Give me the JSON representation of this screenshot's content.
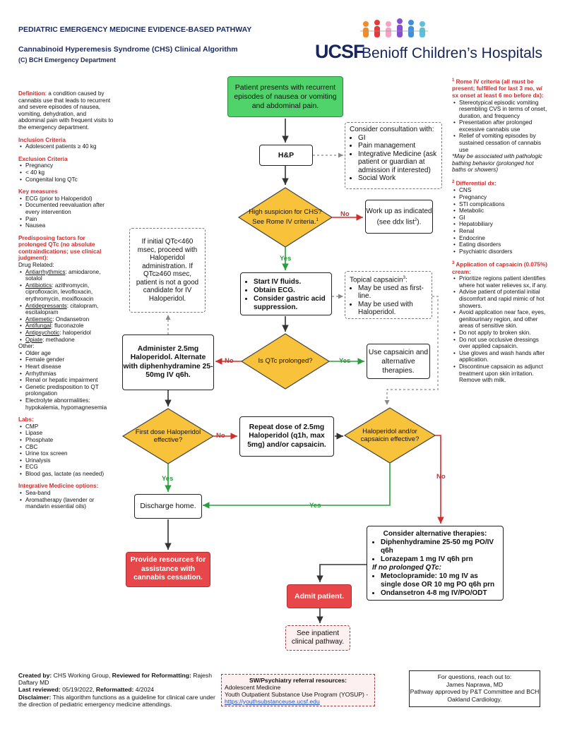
{
  "header": {
    "pathway": "PEDIATRIC EMERGENCY MEDICINE EVIDENCE-BASED PATHWAY",
    "title": "Cannabinoid Hyperemesis Syndrome (CHS) Clinical Algorithm",
    "subtitle": "(C) BCH Emergency Department",
    "logo_ucsf": "UCSF",
    "logo_text": "Benioff Children’s Hospitals"
  },
  "left": {
    "definition_label": "Definition",
    "definition_text": ": a condition caused by cannabis use that leads to recurrent and severe episodes of nausea, vomiting, dehydration, and abdominal pain with frequent visits to the emergency department.",
    "inclusion_title": "Inclusion Criteria",
    "inclusion_items": [
      "Adolescent patients ≥ 40 kg"
    ],
    "exclusion_title": "Exclusion Criteria",
    "exclusion_items": [
      "Pregnancy",
      "< 40 kg",
      "Congenital long QTc"
    ],
    "key_title": "Key measures",
    "key_items": [
      "ECG (prior to Haloperidol)",
      "Documented reevaluation after every intervention",
      "Pain",
      "Nausea"
    ],
    "predisposing_title": "Predisposing factors for prolonged QTc (no absolute contraindications; use clinical judgment):",
    "drug_related": "Drug Related:",
    "drug_items": [
      {
        "k": "Antiarrhythmics",
        "v": ": amiodarone, sotalol"
      },
      {
        "k": "Antibiotics",
        "v": ": azithromycin, ciprofloxacin, levofloxacin, erythromycin, moxifloxacin"
      },
      {
        "k": "Antidepressants",
        "v": ": citalopram, escitalopram"
      },
      {
        "k": "Antiemetic",
        "v": ": Ondansetron"
      },
      {
        "k": "Antifungal",
        "v": ": fluconazole"
      },
      {
        "k": "Antipsychotic",
        "v": ": haloperidol"
      },
      {
        "k": "Opiate",
        "v": ": methadone"
      }
    ],
    "other_label": "Other:",
    "other_items": [
      "Older age",
      "Female gender",
      "Heart disease",
      "Arrhythmias",
      "Renal or hepatic impairment",
      "Genetic predisposition to QT prolongation",
      "Electrolyte abnormalities: hypokalemia, hypomagnesemia"
    ],
    "labs_title": "Labs:",
    "labs_items": [
      "CMP",
      "Lipase",
      "Phosphate",
      "CBC",
      "Urine tox screen",
      "Urinalysis",
      "ECG",
      "Blood gas, lactate (as needed)"
    ],
    "integrative_title": "Integrative Medicine options:",
    "integrative_items": [
      "Sea-band",
      "Aromatherapy (lavender or mandarin essential oils)"
    ]
  },
  "right": {
    "rome_sup": "1",
    "rome_title": "Rome IV criteria (all must be present; fulfilled for last 3 mo, w/ sx onset at least 6 mo before dx):",
    "rome_items": [
      "Stereotypical episodic vomiting resembling CVS in terms of onset, duration, and frequency",
      "Presentation after prolonged excessive cannabis use",
      "Relief of vomiting episodes by sustained cessation of cannabis use"
    ],
    "rome_note": "*May be associated with pathologic bathing behavior (prolonged hot baths or showers)",
    "ddx_sup": "2",
    "ddx_title": "Differential dx:",
    "ddx_items": [
      "CNS",
      "Pregnancy",
      "STI complications",
      "Metabolic",
      "GI",
      "Hepatobiliary",
      "Renal",
      "Endocrine",
      "Eating disorders",
      "Psychiatric disorders"
    ],
    "caps_sup": "3",
    "caps_title": "Application of capsaicin (0.075%) cream:",
    "caps_items": [
      "Prioritize regions patient identifies where hot water relieves sx, if any.",
      "Advise patient of potential initial discomfort and rapid mimic of hot showers.",
      "Avoid application near face, eyes, genitourinary region, and other areas of sensitive skin.",
      "Do not apply to broken skin.",
      "Do not use occlusive dressings over applied capsaicin.",
      "Use gloves and wash hands after application.",
      "Discontinue capsaicin as adjunct treatment upon skin irritation. Remove with milk."
    ]
  },
  "flow": {
    "start": "Patient presents with recurrent episodes of nausea or vomiting and abdominal pain.",
    "hp": "H&P",
    "consult_title": "Consider consultation with:",
    "consult_items": [
      "GI",
      "Pain management",
      "Integrative Medicine (ask patient or guardian at admission if interested)",
      "Social Work"
    ],
    "d1": "High suspicion for CHS? See Rome IV criteria.",
    "d1_sup": "1",
    "workup": "Work up as indicated (see ddx list",
    "workup_sup": "2",
    "workup_end": ").",
    "qtc_note": "If initial QTc<460 msec, proceed with Haloperidol administration. If QTc≥460 msec, patient is not a good candidate for IV Haloperidol.",
    "start_iv": [
      "Start IV fluids.",
      "Obtain ECG.",
      "Consider gastric acid suppression."
    ],
    "topical_title": "Topical capsaicin",
    "topical_sup": "3",
    "topical_items": [
      "May be used as first-line.",
      "May be used with Haloperidol."
    ],
    "administer": "Administer 2.5mg Haloperidol. Alternate with diphenhydramine 25-50mg IV q6h.",
    "d2": "Is QTc prolonged?",
    "use_caps": "Use capsaicin and alternative therapies.",
    "d3": "First dose Haloperidol effective?",
    "repeat": "Repeat dose of 2.5mg Haloperidol (q1h, max 5mg) and/or capsaicin.",
    "d4": "Haloperidol and/or capsaicin effective?",
    "discharge": "Discharge home.",
    "alt_title": "Consider alternative therapies:",
    "alt_items": [
      "Diphenhydramine 25-50 mg PO/IV q6h",
      "Lorazepam 1 mg IV q6h prn"
    ],
    "alt_if": "If no prolonged QTc:",
    "alt_items2": [
      "Metoclopramide: 10 mg IV as single dose OR 10 mg PO q6h prn",
      "Ondansetron 4-8 mg IV/PO/ODT"
    ],
    "resources": "Provide resources for assistance with cannabis cessation.",
    "admit": "Admit patient.",
    "inpatient": "See inpatient clinical pathway.",
    "yes": "Yes",
    "no": "No"
  },
  "footer": {
    "created_label": "Created by:",
    "created_text": " CHS Working Group, ",
    "reviewed_label": "Reviewed for Reformatting:",
    "reviewed_text": " Rajesh Daftary MD",
    "last_label": "Last reviewed:",
    "last_text": " 05/19/2022, ",
    "reform_label": "Reformatted:",
    "reform_text": " 4/2024",
    "disc_label": "Disclaimer:",
    "disc_text": " This algorithm functions as a guideline for clinical care under the direction of pediatric emergency medicine attendings.",
    "sw_title": "SW/Psychiatry referral resources:",
    "sw_line1": "Adolescent Medicine",
    "sw_line2": "Youth Outpatient Substance Use Program (YOSUP) -",
    "sw_link": "https://youthsubstanceuse.ucsf.edu",
    "q_line1": "For questions, reach out to:",
    "q_line2": "James Naprawa, MD",
    "q_line3": "Pathway approved by P&T Committee and BCH Oakland Cardiology."
  }
}
